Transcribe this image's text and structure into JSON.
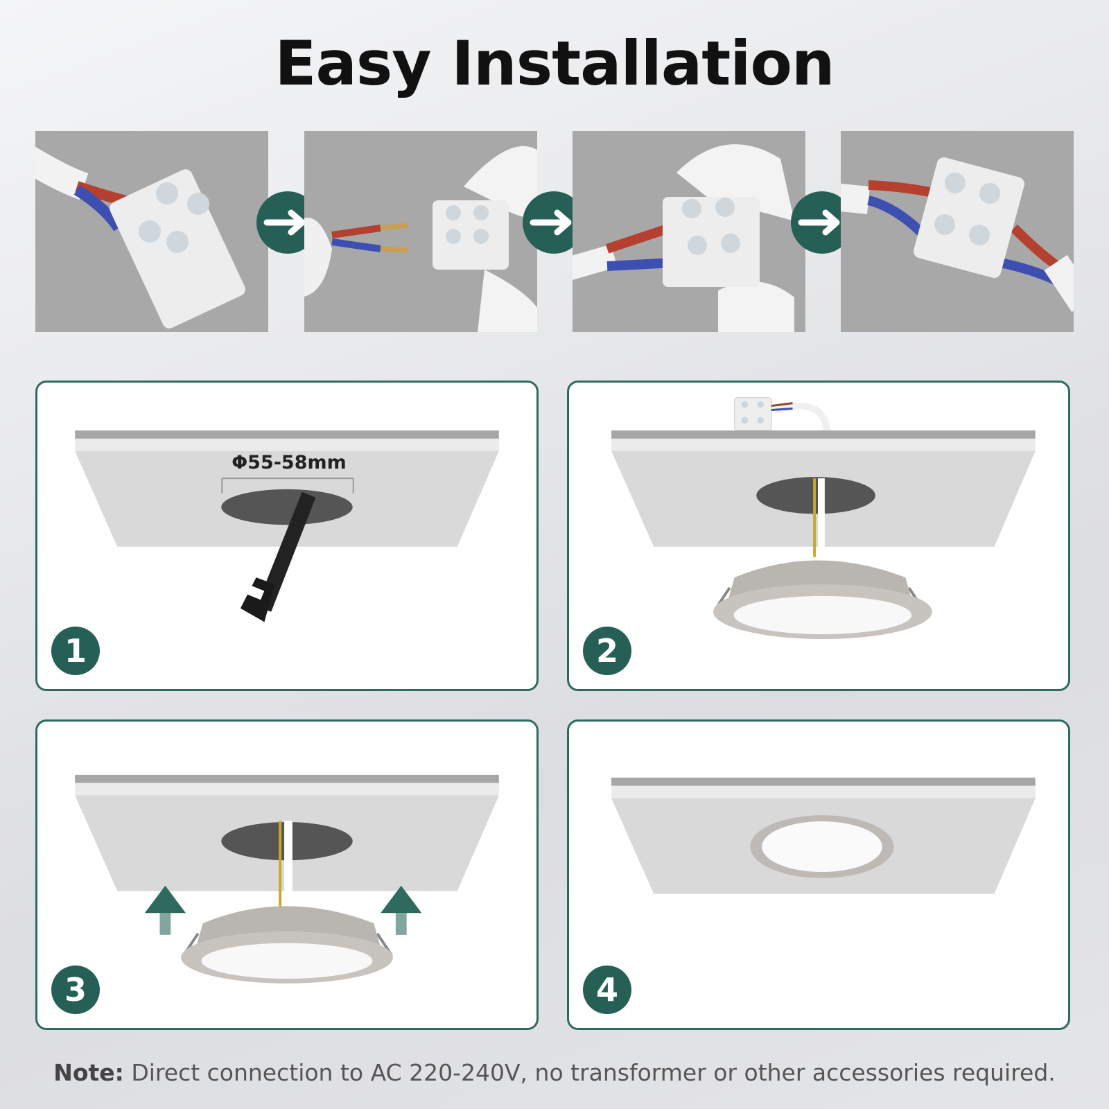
{
  "title": "Easy Installation",
  "wiring_photos": [
    {
      "description": "wires-in-terminal-block"
    },
    {
      "description": "stripped-wires-and-terminal-block"
    },
    {
      "description": "inserting-wires-into-terminal-block"
    },
    {
      "description": "connected-terminal-block"
    }
  ],
  "steps": [
    {
      "number": "1",
      "label": "Φ55-58mm"
    },
    {
      "number": "2"
    },
    {
      "number": "3"
    },
    {
      "number": "4"
    }
  ],
  "note": {
    "label": "Note:",
    "text": " Direct connection to AC 220-240V, no transformer or other accessories required."
  },
  "colors": {
    "accent": "#255f55",
    "border": "#2f6a5f",
    "ceiling": "#d9d9d9",
    "hole": "#555555",
    "fixture": "#b9b6b2"
  },
  "icons": [
    "right-arrow-icon",
    "up-arrow-icon",
    "saw-icon",
    "terminal-block-icon"
  ]
}
